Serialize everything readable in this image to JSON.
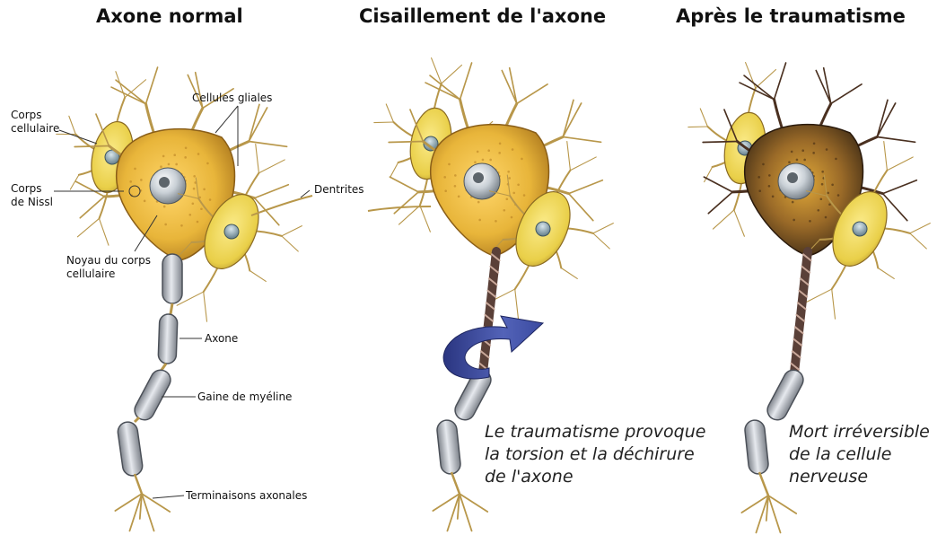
{
  "panels": {
    "normal": {
      "title": "Axone normal",
      "labels": {
        "cell_body": [
          "Corps",
          "cellulaire"
        ],
        "glial": "Cellules gliales",
        "nissl": [
          "Corps",
          "de Nissl"
        ],
        "dendrites": "Dentrites",
        "nucleus": [
          "Noyau du corps",
          "cellulaire"
        ],
        "axon": "Axone",
        "myelin": "Gaine de myéline",
        "terminals": "Terminaisons axonales"
      }
    },
    "shear": {
      "title": "Cisaillement de l'axone",
      "caption": [
        "Le traumatisme provoque",
        "la torsion et la déchirure",
        "de l'axone"
      ]
    },
    "after": {
      "title": "Après le traumatisme",
      "caption": [
        "Mort irréversible",
        "de la cellule",
        "nerveuse"
      ]
    }
  },
  "colors": {
    "soma": "#e8b53a",
    "soma_dark": "#6b4a1e",
    "glial": "#efd95a",
    "nucleus": "#b8c4cc",
    "myelin": "#b9bdc4",
    "axon_twist": "#7a5a50",
    "arrow": "#3f4fa0",
    "dendrite": "#b8974a"
  }
}
